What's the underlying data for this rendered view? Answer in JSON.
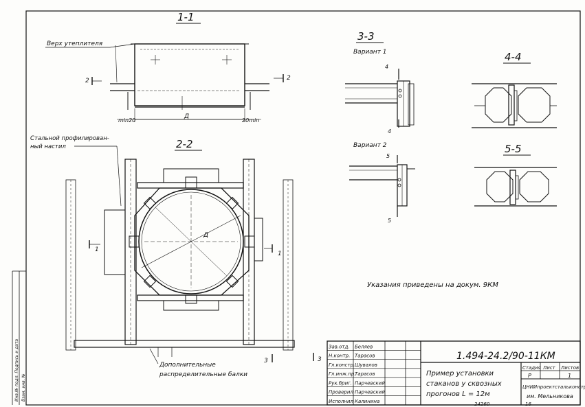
{
  "sections": {
    "s11": "1-1",
    "s22": "2-2",
    "s33": "3-3",
    "s44": "4-4",
    "s55": "5-5"
  },
  "labels": {
    "insulation_top": "Верх утеплителя",
    "deck_line1": "Стальной профилирован-",
    "deck_line2": "ный настил",
    "extra_beams_line1": "Дополнительные",
    "extra_beams_line2": "распределительные балки",
    "dim_d": "Д",
    "dim_d_circle": "Д",
    "min20_left": "min20",
    "min20_right": "20min",
    "cut2": "2",
    "cut1": "1",
    "cut3": "3",
    "cut4": "4",
    "cut5": "5",
    "variant1": "Вариант 1",
    "variant2": "Вариант 2",
    "note": "Указания приведены на докум. 9КМ"
  },
  "title_block": {
    "doc_number": "1.494-24.2/90-11КМ",
    "title_line1": "Пример установки",
    "title_line2": "стаканов у сквозных",
    "title_line3": "прогонов L = 12м",
    "stage_label": "Стадия",
    "sheet_label": "Лист",
    "sheets_label": "Листов",
    "stage": "Р",
    "sheet": "1",
    "org_line1": "ЦНИИпроектстальконструкция",
    "org_line2": "им. Мельникова",
    "bottom_code": "24260",
    "bottom_sheet": "16",
    "roles": [
      {
        "role": "Зав.отд.",
        "name": "Беляев"
      },
      {
        "role": "Н.контр.",
        "name": "Тарасов"
      },
      {
        "role": "Гл.констр.",
        "name": "Шувалов"
      },
      {
        "role": "Гл.инж.пр.",
        "name": "Тарасов"
      },
      {
        "role": "Рук.бриг.",
        "name": "Парчевский"
      },
      {
        "role": "Проверил",
        "name": "Парчевский"
      },
      {
        "role": "Исполнил",
        "name": "Калинина"
      }
    ]
  },
  "side_stamp": {
    "line1": "Инв.№ подл. Подпись и дата",
    "line2": "Взам. инв. №"
  }
}
